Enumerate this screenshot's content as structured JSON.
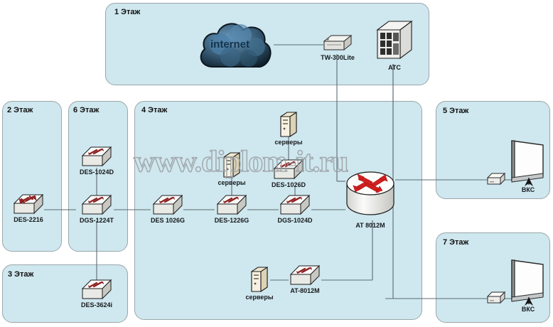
{
  "diagram": {
    "watermark": "www.diplom-it.ru",
    "colors": {
      "panel_fill": "#cfe7ee",
      "panel_border": "#9aa7ab",
      "wire": "#5b6b73",
      "switch_arrow": "#8e2121",
      "router_arrow": "#d11f1f",
      "cloud_dark": "#10222f",
      "cloud_mid": "#4b7ea6",
      "background": "#ffffff"
    }
  },
  "panels": [
    {
      "id": "floor1",
      "title": "1 Этаж"
    },
    {
      "id": "floor2",
      "title": "2 Этаж"
    },
    {
      "id": "floor6",
      "title": "6 Этаж"
    },
    {
      "id": "floor4",
      "title": "4 Этаж"
    },
    {
      "id": "floor5",
      "title": "5 Этаж"
    },
    {
      "id": "floor3",
      "title": "3 Этаж"
    },
    {
      "id": "floor7",
      "title": "7 Этаж"
    }
  ],
  "nodes": {
    "internet": {
      "label": "internet",
      "icon": "cloud-icon"
    },
    "tw300lite": {
      "label": "TW-300Lite",
      "icon": "router-box-icon"
    },
    "atc": {
      "label": "ATC",
      "icon": "pbx-cabinet-icon"
    },
    "des2216": {
      "label": "DES-2216",
      "icon": "switch-icon"
    },
    "des1024d": {
      "label": "DES-1024D",
      "icon": "switch-icon"
    },
    "dgs1224t": {
      "label": "DGS-1224T",
      "icon": "switch-icon"
    },
    "des3624i": {
      "label": "DES-3624i",
      "icon": "switch-icon"
    },
    "des1026g": {
      "label": "DES 1026G",
      "icon": "switch-icon"
    },
    "des1226g": {
      "label": "DES-1226G",
      "icon": "switch-icon"
    },
    "dgs1024d": {
      "label": "DGS-1024D",
      "icon": "switch-icon"
    },
    "des1026d": {
      "label": "DES-1026D",
      "icon": "switch-icon"
    },
    "at8012m_core": {
      "label": "AT 8012M",
      "icon": "router-cylinder-icon"
    },
    "at8012m_low": {
      "label": "AT-8012M",
      "icon": "switch-icon"
    },
    "servers_mid": {
      "label": "серверы",
      "icon": "server-tower-icon"
    },
    "servers_top": {
      "label": "серверы",
      "icon": "server-tower-icon"
    },
    "servers_low": {
      "label": "серверы",
      "icon": "server-tower-icon"
    },
    "vks5": {
      "label": "ВКС",
      "icon": "projector-screen-icon"
    },
    "vks7": {
      "label": "ВКС",
      "icon": "projector-screen-icon"
    },
    "codec5": {
      "label": "",
      "icon": "codec-box-icon"
    },
    "codec7": {
      "label": "",
      "icon": "codec-box-icon"
    }
  }
}
